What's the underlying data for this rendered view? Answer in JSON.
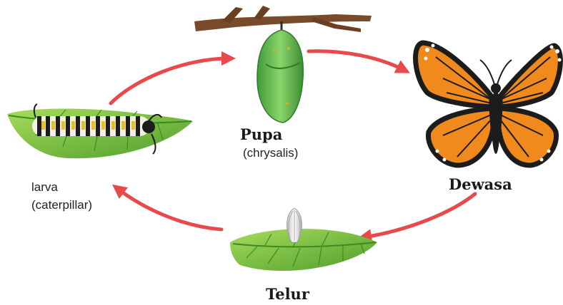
{
  "stages": {
    "pupa": {
      "title": "Pupa",
      "subtitle": "(chrysalis)"
    },
    "adult": {
      "title": "Dewasa"
    },
    "egg": {
      "title": "Telur"
    },
    "larva": {
      "title": "larva",
      "subtitle": "(caterpillar)"
    }
  },
  "colors": {
    "arrow": "#e8494a",
    "leaf": "#7cc242",
    "leaf_dark": "#4a9a2a",
    "chrysalis": "#5cb848",
    "branch": "#7a4b2a",
    "wing_orange": "#f08a1c",
    "wing_black": "#1c1c1c"
  },
  "icons": [
    "branch-icon",
    "chrysalis-icon",
    "butterfly-icon",
    "egg-on-leaf-icon",
    "caterpillar-on-leaf-icon",
    "cycle-arrow-icon"
  ]
}
